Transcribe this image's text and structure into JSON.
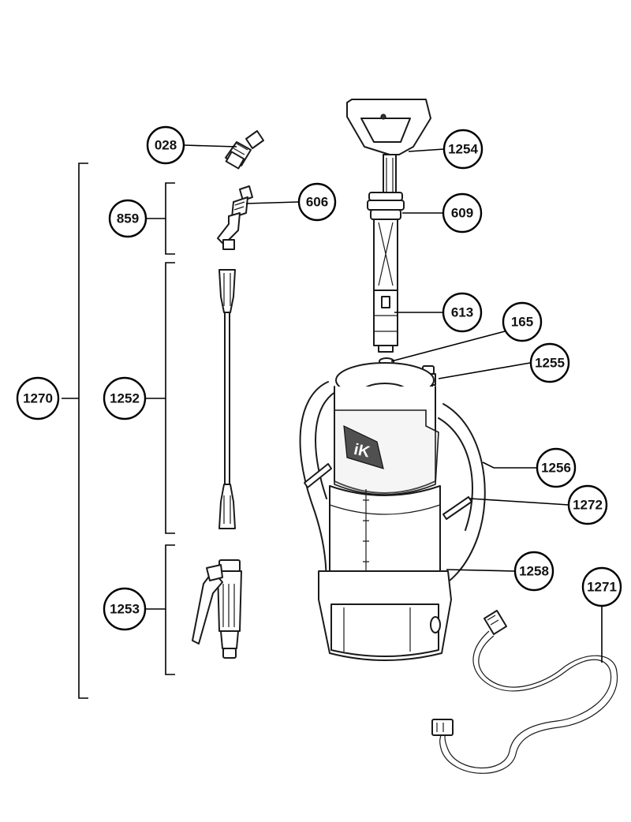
{
  "callouts": {
    "c028": "028",
    "c1254": "1254",
    "c859": "859",
    "c606": "606",
    "c609": "609",
    "c613": "613",
    "c165": "165",
    "c1255": "1255",
    "c1270": "1270",
    "c1252": "1252",
    "c1256": "1256",
    "c1272": "1272",
    "c1258": "1258",
    "c1271": "1271",
    "c1253": "1253"
  }
}
